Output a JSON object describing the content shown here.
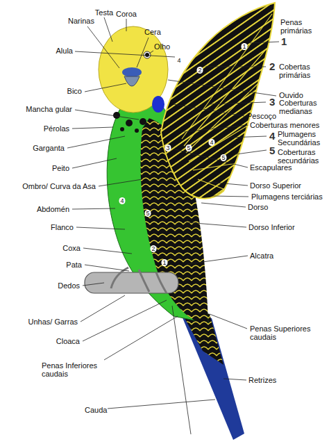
{
  "diagram": {
    "labels": [
      "Testa",
      "Coroa",
      "Narinas",
      "Cera",
      "Penas primárias",
      "Olho",
      "1",
      "Alula",
      "4",
      "1",
      "2",
      "2",
      "Cobertas primárias",
      "Bico",
      "Ouvido",
      "3",
      "Coberturas medianas",
      "Mancha gular",
      "Pescoço",
      "Coberturas menores",
      "Pérolas",
      "4",
      "Plumagens Secundárias",
      "4",
      "Garganta",
      "3",
      "5",
      "5",
      "Coberturas secundárias",
      "5",
      "Peito",
      "Escapulares",
      "Ombro/ Curva da Asa",
      "Dorso Superior",
      "Plumagens terciárias",
      "4",
      "Dorso",
      "Abdomén",
      "5",
      "Flanco",
      "Dorso Inferior",
      "Coxa",
      "2",
      "Alcatra",
      "1",
      "Pata",
      "Dedos",
      "Unhas/ Garras",
      "Penas Superiores caudais",
      "Cloaca",
      "Penas Inferiores caudais",
      "Retrizes",
      "Cauda"
    ]
  }
}
